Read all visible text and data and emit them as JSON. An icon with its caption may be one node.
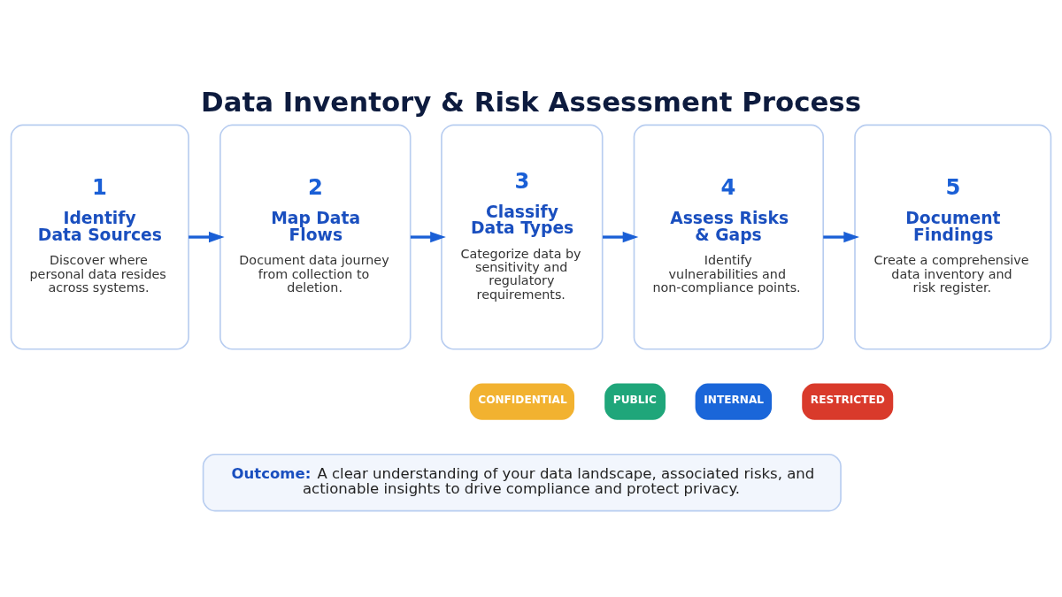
{
  "diagram": {
    "title": "Data Inventory & Risk Assessment Process",
    "nodes": [
      {
        "text": [
          "1",
          "Identify Data Sources",
          "Discover where personal data resides across systems."
        ]
      },
      {
        "text": [
          "2",
          "Map Data Flows",
          "Document data journey from collection to deletion."
        ]
      },
      {
        "text": [
          "3",
          "Classify Data Types",
          "Categorize data by sensitivity and regulatory requirements."
        ]
      },
      {
        "text": [
          "4",
          "Assess Risks & Gaps",
          "Identify vulnerabilities and non-compliance points."
        ]
      },
      {
        "text": [
          "5",
          "Document Findings",
          "Create a comprehensive data inventory and risk register."
        ]
      },
      {
        "text": [
          "Outcome:",
          "A clear understanding of your data landscape, associated risks, and actionable insights to drive compliance and protect privacy."
        ]
      }
    ],
    "edges": [
      {
        "from": 0,
        "to": 1,
        "arrow": "to"
      },
      {
        "from": 1,
        "to": 2,
        "arrow": "to"
      },
      {
        "from": 2,
        "to": 3,
        "arrow": "to"
      },
      {
        "from": 3,
        "to": 4,
        "arrow": "to"
      }
    ],
    "labels": [
      "PUBLIC",
      "INTERNAL",
      "CONFIDENTIAL",
      "RESTRICTED"
    ]
  }
}
